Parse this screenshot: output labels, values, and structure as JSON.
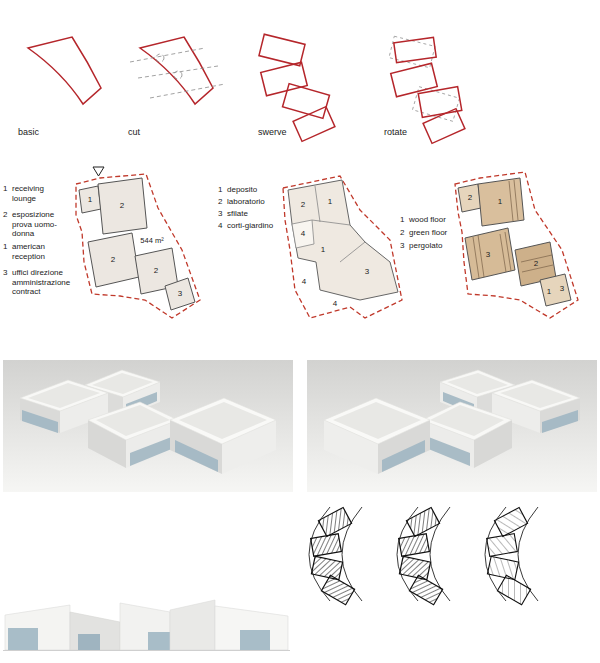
{
  "diagram": {
    "labels": [
      "basic",
      "cut",
      "swerve",
      "rotate",
      "1",
      "receiving lounge",
      "2",
      "esposizione prova uomo-donna",
      "1",
      "american reception",
      "3",
      "uffici direzione amministrazione contract",
      "1",
      "2",
      "544 m²",
      "2",
      "2",
      "3",
      "1",
      "deposito",
      "2",
      "laboratorio",
      "3",
      "sfilate",
      "4",
      "corti-giardino",
      "2",
      "1",
      "4",
      "1",
      "3",
      "4",
      "4",
      "1",
      "wood floor",
      "2",
      "green floor",
      "3",
      "pergolato",
      "2",
      "1",
      "3",
      "2",
      "1",
      "3"
    ]
  }
}
